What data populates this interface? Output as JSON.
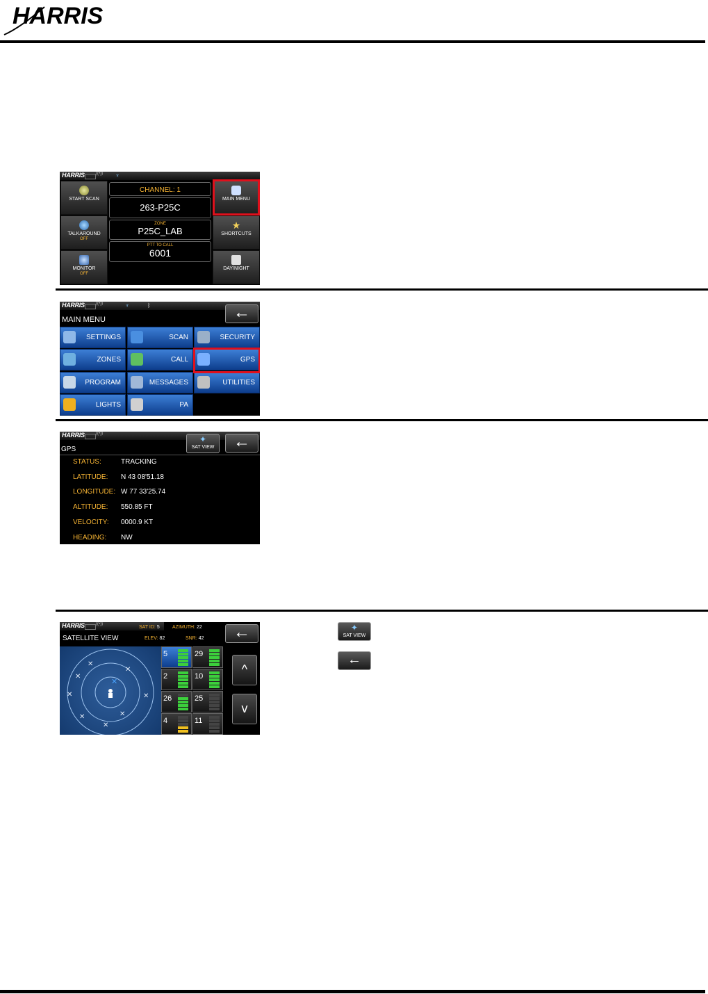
{
  "header": {
    "logo_text": "HARRIS"
  },
  "screen1": {
    "status_logo": "HARRIS",
    "left_buttons": [
      {
        "label": "START SCAN",
        "sub": ""
      },
      {
        "label": "TALKAROUND",
        "sub": "OFF"
      },
      {
        "label": "MONITOR",
        "sub": "OFF"
      }
    ],
    "channel_label": "CHANNEL: 1",
    "channel_name": "263-P25C",
    "zone_label": "ZONE",
    "zone_name": "P25C_LAB",
    "ptt_label": "PTT TO CALL",
    "ptt_value": "6001",
    "right_buttons": [
      {
        "label": "MAIN MENU"
      },
      {
        "label": "SHORTCUTS"
      },
      {
        "label": "DAY/NIGHT"
      }
    ]
  },
  "screen2": {
    "status_logo": "HARRIS",
    "title": "MAIN MENU",
    "back_icon": "←",
    "items": [
      {
        "label": "SETTINGS",
        "icon": "gear-icon",
        "color": "#8fb8e8"
      },
      {
        "label": "SCAN",
        "icon": "scan-icon",
        "color": "#4a8fe0"
      },
      {
        "label": "SECURITY",
        "icon": "key-icon",
        "color": "#9ab0c8"
      },
      {
        "label": "ZONES",
        "icon": "zones-icon",
        "color": "#6fb0e0"
      },
      {
        "label": "CALL",
        "icon": "call-icon",
        "color": "#60c060"
      },
      {
        "label": "GPS",
        "icon": "globe-icon",
        "color": "#7ab0ff"
      },
      {
        "label": "PROGRAM",
        "icon": "folder-icon",
        "color": "#c8d8e8"
      },
      {
        "label": "MESSAGES",
        "icon": "envelope-icon",
        "color": "#a0b8d8"
      },
      {
        "label": "UTILITIES",
        "icon": "utilities-icon",
        "color": "#c0c0c0"
      },
      {
        "label": "LIGHTS",
        "icon": "lights-icon",
        "color": "#f0b020"
      },
      {
        "label": "PA",
        "icon": "speaker-icon",
        "color": "#d0d0d0"
      }
    ]
  },
  "screen3": {
    "status_logo": "HARRIS",
    "title": "GPS",
    "sat_view_label": "SAT VIEW",
    "back_icon": "←",
    "rows": [
      {
        "label": "STATUS:",
        "value": "TRACKING"
      },
      {
        "label": "LATITUDE:",
        "value": "N 43 08'51.18"
      },
      {
        "label": "LONGITUDE:",
        "value": "W 77 33'25.74"
      },
      {
        "label": "ALTITUDE:",
        "value": "550.85 FT"
      },
      {
        "label": "VELOCITY:",
        "value": "0000.9 KT"
      },
      {
        "label": "HEADING:",
        "value": "NW"
      }
    ]
  },
  "screen4": {
    "status_logo": "HARRIS",
    "title": "SATELLITE VIEW",
    "sat_id_label": "SAT ID:",
    "sat_id": "5",
    "azimuth_label": "AZIMUTH:",
    "azimuth": "22",
    "elev_label": "ELEV:",
    "elev": "82",
    "snr_label": "SNR:",
    "snr": "42",
    "back_icon": "←",
    "up_icon": "^",
    "down_icon": "v",
    "satellites": [
      {
        "id": "5",
        "level": 5,
        "color": "#3ccf3c",
        "active": true
      },
      {
        "id": "29",
        "level": 5,
        "color": "#3ccf3c",
        "active": false
      },
      {
        "id": "2",
        "level": 5,
        "color": "#3ccf3c",
        "active": false
      },
      {
        "id": "10",
        "level": 5,
        "color": "#3ccf3c",
        "active": false
      },
      {
        "id": "26",
        "level": 4,
        "color": "#3ccf3c",
        "active": false
      },
      {
        "id": "25",
        "level": 0,
        "color": "#3ccf3c",
        "active": false
      },
      {
        "id": "4",
        "level": 2,
        "color": "#f0c020",
        "active": false
      },
      {
        "id": "11",
        "level": 0,
        "color": "#3ccf3c",
        "active": false
      }
    ]
  },
  "inline_icons": {
    "sat_view_label": "SAT VIEW",
    "back_icon": "←"
  },
  "colors": {
    "highlight": "#e0101c",
    "label_amber": "#f8b534",
    "menu_blue": "#1f5cb8"
  }
}
